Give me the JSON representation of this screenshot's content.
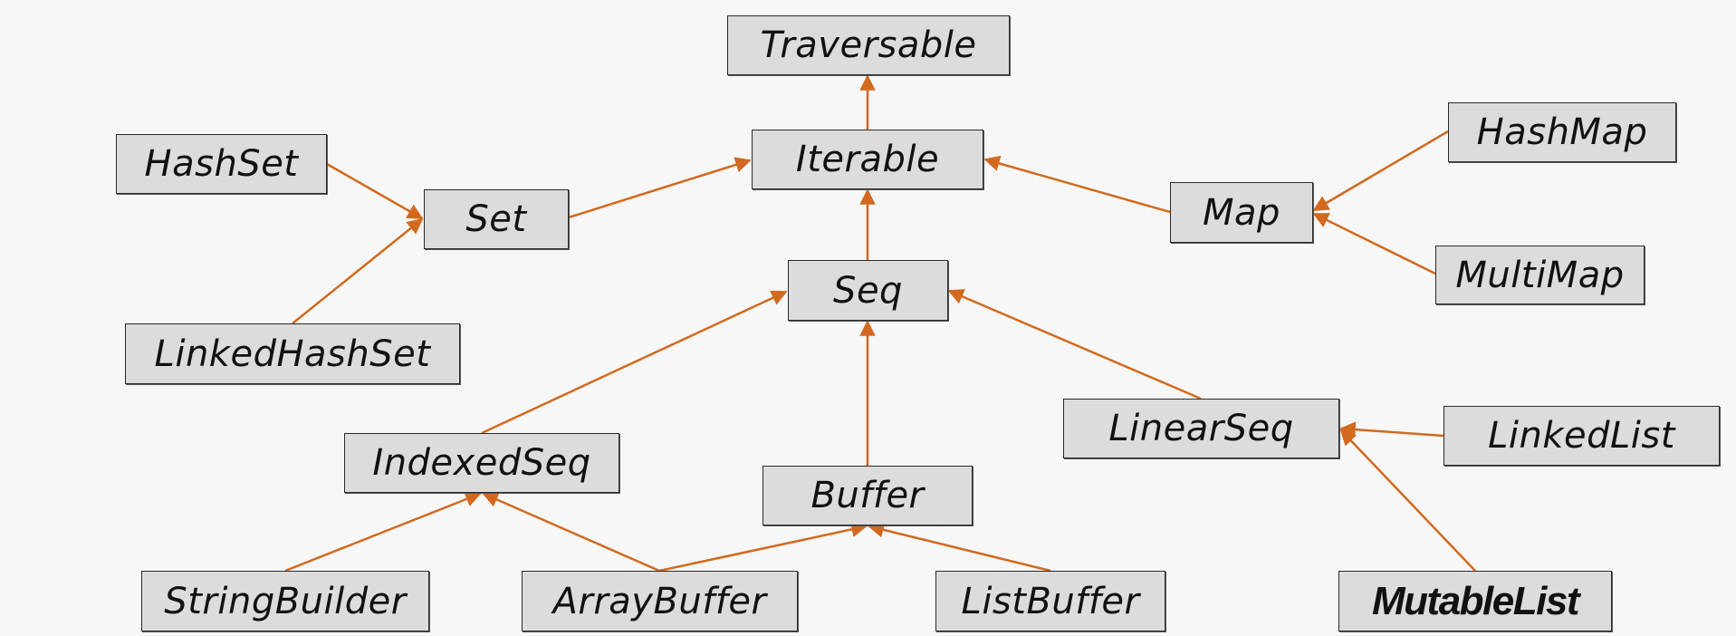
{
  "nodes": [
    {
      "id": "traversable",
      "label": "Traversable"
    },
    {
      "id": "iterable",
      "label": "Iterable"
    },
    {
      "id": "hashset",
      "label": "HashSet"
    },
    {
      "id": "set",
      "label": "Set"
    },
    {
      "id": "linkedhashset",
      "label": "LinkedHashSet"
    },
    {
      "id": "map",
      "label": "Map"
    },
    {
      "id": "hashmap",
      "label": "HashMap"
    },
    {
      "id": "multimap",
      "label": "MultiMap"
    },
    {
      "id": "seq",
      "label": "Seq"
    },
    {
      "id": "indexedseq",
      "label": "IndexedSeq"
    },
    {
      "id": "buffer",
      "label": "Buffer"
    },
    {
      "id": "linearseq",
      "label": "LinearSeq"
    },
    {
      "id": "linkedlist",
      "label": "LinkedList"
    },
    {
      "id": "stringbuilder",
      "label": "StringBuilder"
    },
    {
      "id": "arraybuffer",
      "label": "ArrayBuffer"
    },
    {
      "id": "listbuffer",
      "label": "ListBuffer"
    },
    {
      "id": "mutablelist",
      "label": "MutableList"
    }
  ],
  "edges": [
    {
      "from": "iterable",
      "to": "traversable"
    },
    {
      "from": "set",
      "to": "iterable"
    },
    {
      "from": "hashset",
      "to": "set"
    },
    {
      "from": "linkedhashset",
      "to": "set"
    },
    {
      "from": "map",
      "to": "iterable"
    },
    {
      "from": "hashmap",
      "to": "map"
    },
    {
      "from": "multimap",
      "to": "map"
    },
    {
      "from": "seq",
      "to": "iterable"
    },
    {
      "from": "indexedseq",
      "to": "seq"
    },
    {
      "from": "buffer",
      "to": "seq"
    },
    {
      "from": "linearseq",
      "to": "seq"
    },
    {
      "from": "stringbuilder",
      "to": "indexedseq"
    },
    {
      "from": "arraybuffer",
      "to": "indexedseq"
    },
    {
      "from": "arraybuffer",
      "to": "buffer"
    },
    {
      "from": "listbuffer",
      "to": "buffer"
    },
    {
      "from": "linkedlist",
      "to": "linearseq"
    },
    {
      "from": "mutablelist",
      "to": "linearseq"
    }
  ],
  "colors": {
    "edge": "#d2691e",
    "node_fill": "#dcdcdc",
    "node_border": "#2a2a2a",
    "background": "#f7f7f7"
  }
}
